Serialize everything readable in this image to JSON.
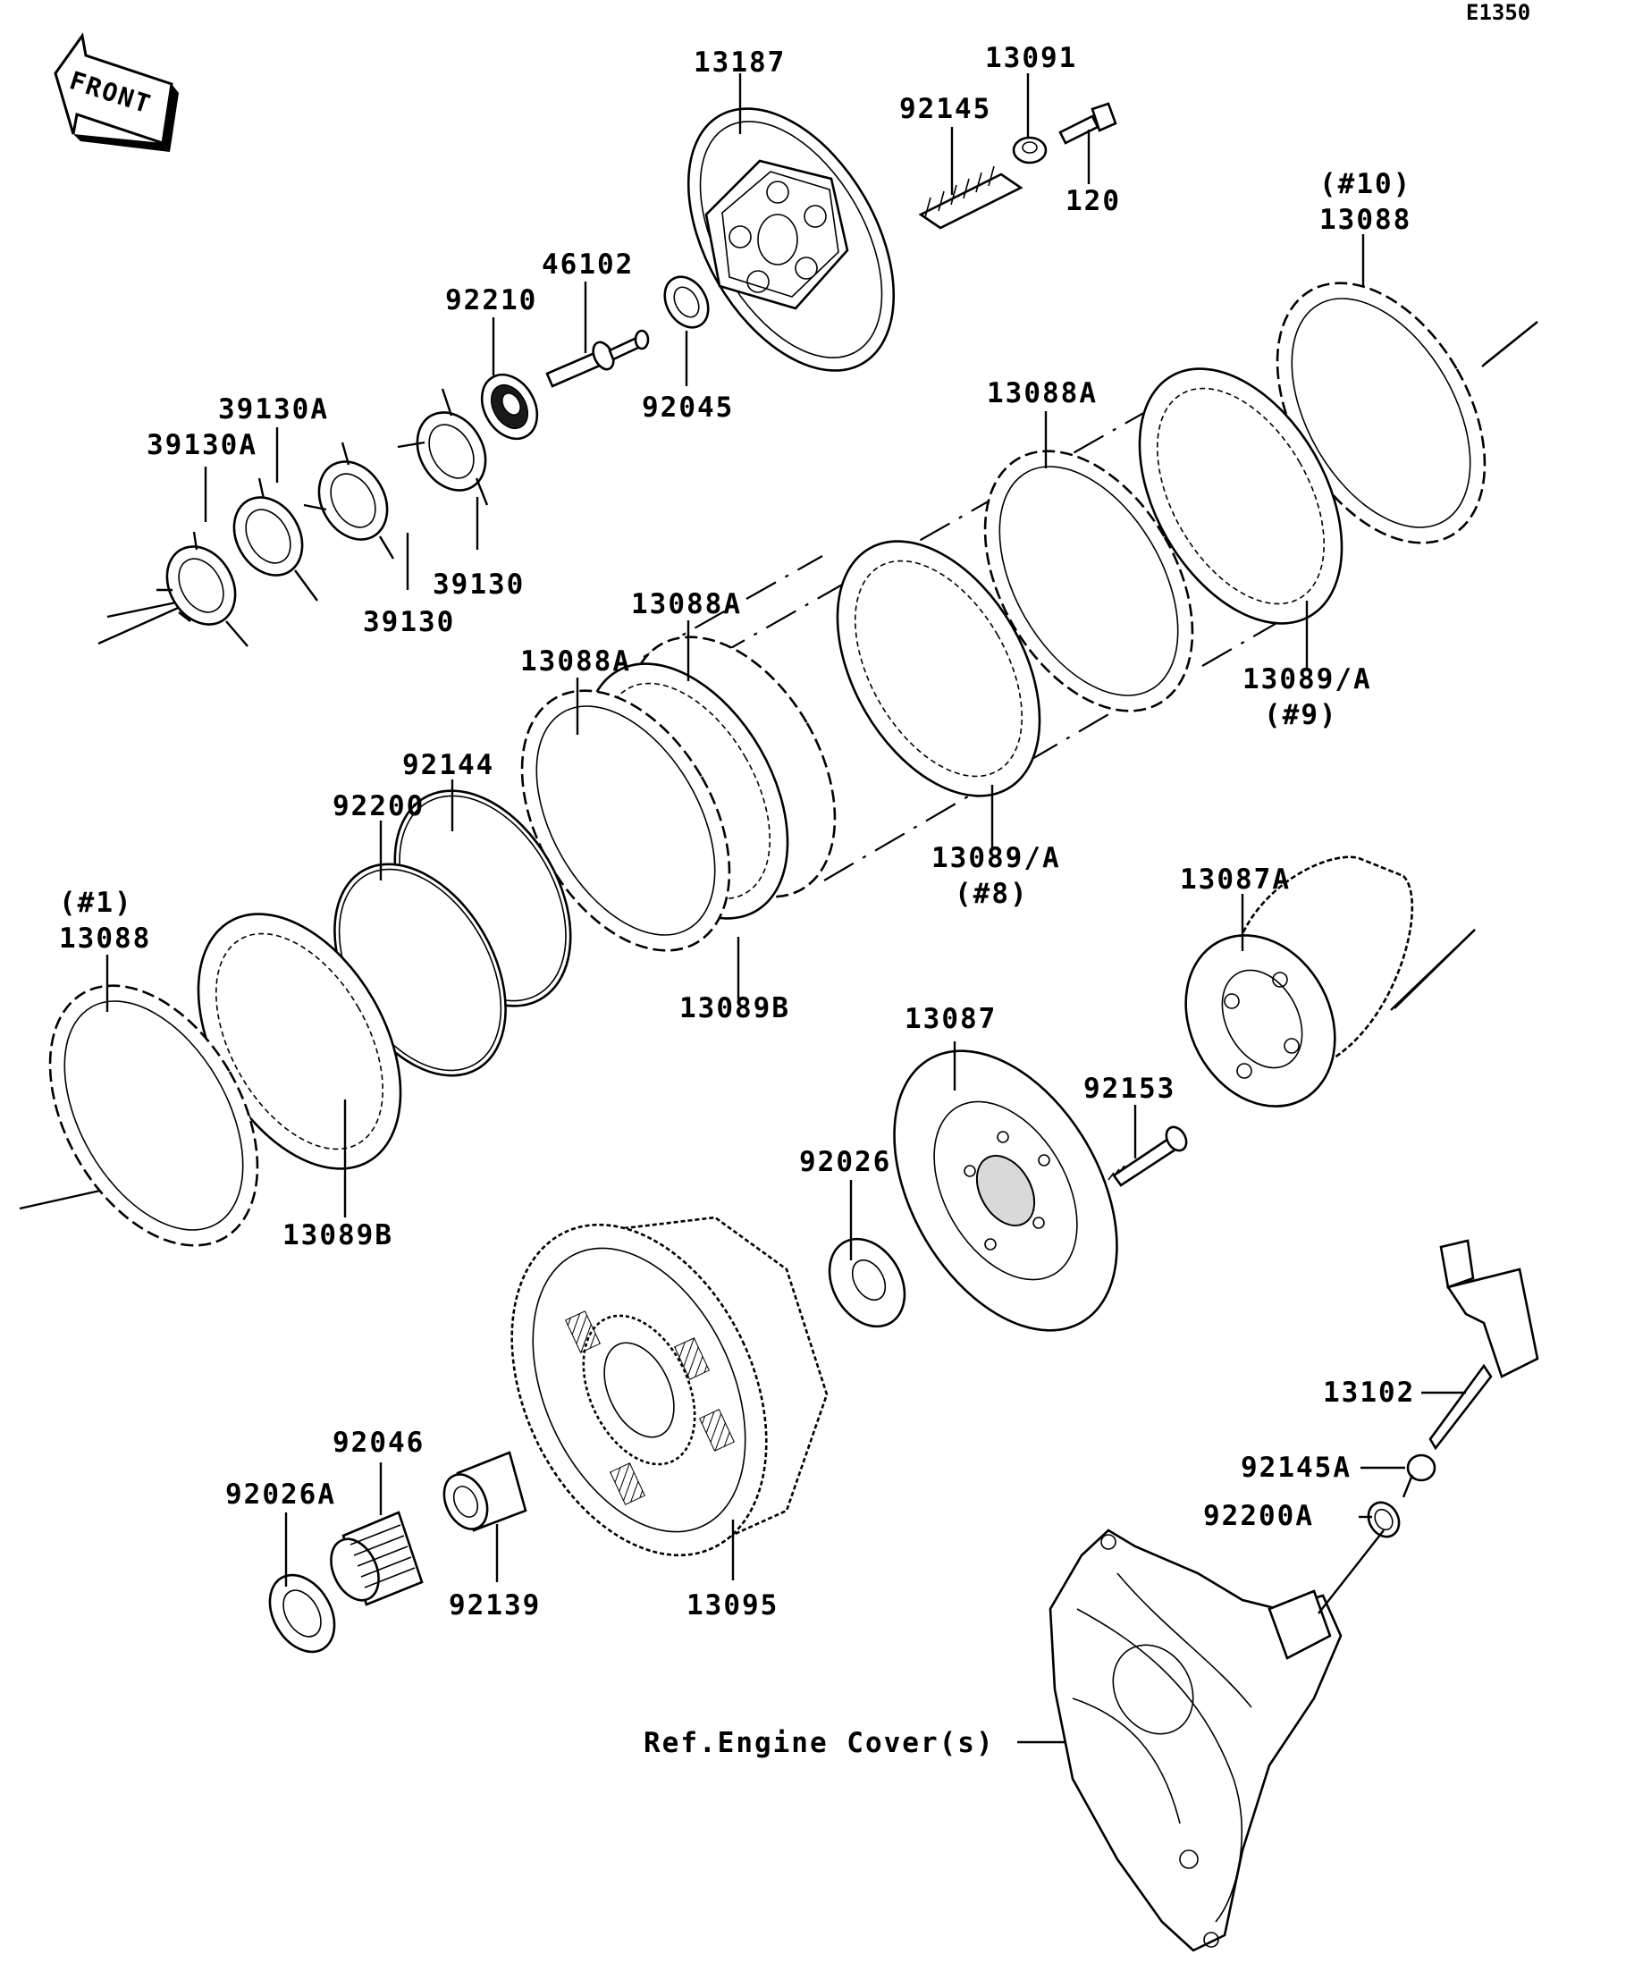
{
  "diagram": {
    "code": "E1350",
    "front_label": "FRONT",
    "reference_label": "Ref.Engine Cover(s)",
    "labels": [
      {
        "id": "l1",
        "text": "13187"
      },
      {
        "id": "l2",
        "text": "13091"
      },
      {
        "id": "l3",
        "text": "92145"
      },
      {
        "id": "l4",
        "text": "120"
      },
      {
        "id": "l5",
        "text": "(#10)"
      },
      {
        "id": "l6",
        "text": "13088"
      },
      {
        "id": "l7",
        "text": "46102"
      },
      {
        "id": "l8",
        "text": "92210"
      },
      {
        "id": "l9",
        "text": "92045"
      },
      {
        "id": "l10",
        "text": "39130A"
      },
      {
        "id": "l11",
        "text": "39130A"
      },
      {
        "id": "l12",
        "text": "39130"
      },
      {
        "id": "l13",
        "text": "39130"
      },
      {
        "id": "l14",
        "text": "13088A"
      },
      {
        "id": "l15",
        "text": "13088A"
      },
      {
        "id": "l16",
        "text": "13088A"
      },
      {
        "id": "l17",
        "text": "13089/A"
      },
      {
        "id": "l18",
        "text": "(#9)"
      },
      {
        "id": "l19",
        "text": "92144"
      },
      {
        "id": "l20",
        "text": "92200"
      },
      {
        "id": "l21",
        "text": "13089/A"
      },
      {
        "id": "l22",
        "text": "(#8)"
      },
      {
        "id": "l23",
        "text": "13087A"
      },
      {
        "id": "l24",
        "text": "(#1)"
      },
      {
        "id": "l25",
        "text": "13088"
      },
      {
        "id": "l26",
        "text": "13089B"
      },
      {
        "id": "l27",
        "text": "13089B"
      },
      {
        "id": "l28",
        "text": "13087"
      },
      {
        "id": "l29",
        "text": "92153"
      },
      {
        "id": "l30",
        "text": "92026"
      },
      {
        "id": "l31",
        "text": "13102"
      },
      {
        "id": "l32",
        "text": "92046"
      },
      {
        "id": "l33",
        "text": "92026A"
      },
      {
        "id": "l34",
        "text": "92145A"
      },
      {
        "id": "l35",
        "text": "92200A"
      },
      {
        "id": "l36",
        "text": "92139"
      },
      {
        "id": "l37",
        "text": "13095"
      }
    ]
  }
}
